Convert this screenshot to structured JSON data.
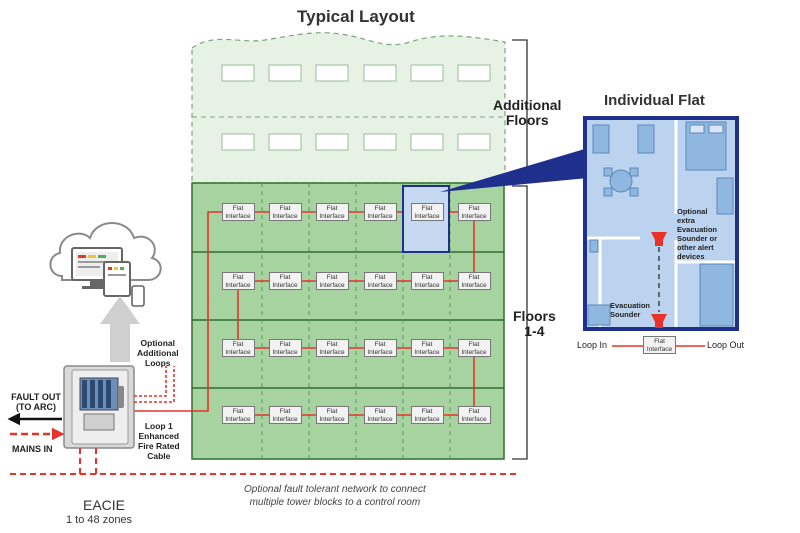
{
  "title": "Typical Layout",
  "additional_floors_label": [
    "Additional",
    "Floors"
  ],
  "floors_label": [
    "Floors",
    "1-4"
  ],
  "interface_label": [
    "Flat",
    "Interface"
  ],
  "flat_panel": {
    "title": "Individual Flat",
    "optional_note": [
      "Optional",
      "extra",
      "Evacuation",
      "Sounder or",
      "other alert",
      "devices"
    ],
    "sounder_label": [
      "Evacuation",
      "Sounder"
    ],
    "loop_in": "Loop In",
    "loop_out": "Loop Out"
  },
  "eacie": {
    "name": "EACIE",
    "zones": "1 to 48 zones",
    "fault_out": [
      "FAULT OUT",
      "(TO ARC)"
    ],
    "mains_in": "MAINS IN"
  },
  "optional_loops": [
    "Optional",
    "Additional",
    "Loops"
  ],
  "loop1": [
    "Loop 1",
    "Enhanced",
    "Fire Rated",
    "Cable"
  ],
  "network_caption": [
    "Optional fault tolerant network to connect",
    "multiple tower blocks to a control room"
  ],
  "colors": {
    "loop": "#e8322a",
    "floor_fill": "#9fcf9a",
    "floor_border": "#2f6e2f",
    "flat_bg": "#c9dcf5",
    "flat_border": "#1f2f8c",
    "arrow_grey": "#cfcfcf"
  }
}
